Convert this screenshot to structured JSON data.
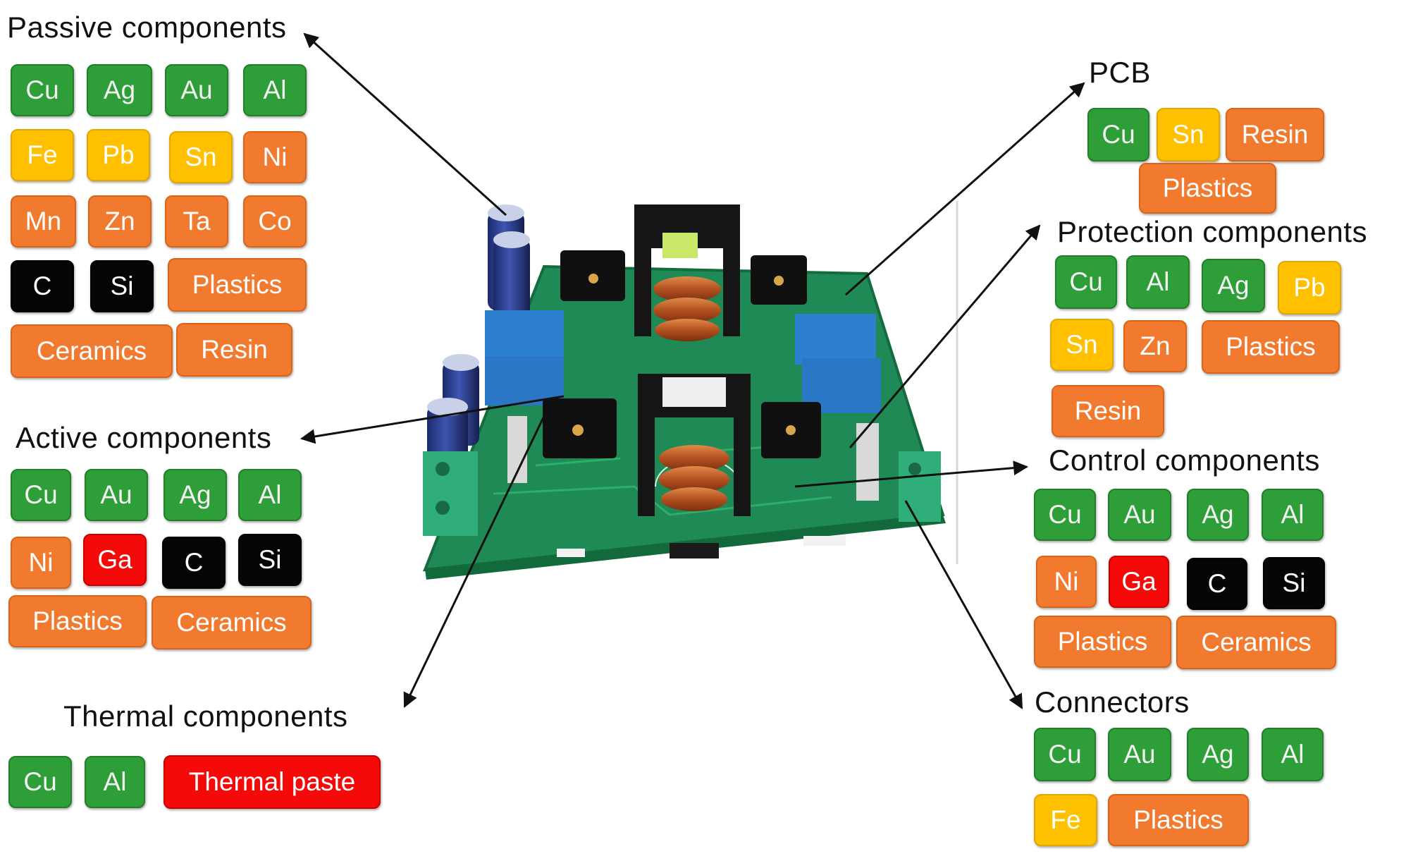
{
  "colors": {
    "green": "#2e9e38",
    "yellow": "#ffc000",
    "orange": "#f27a2e",
    "red": "#f50a0a",
    "black": "#050505"
  },
  "groups": {
    "passive": {
      "title": "Passive components",
      "items": [
        {
          "label": "Cu",
          "color": "green"
        },
        {
          "label": "Ag",
          "color": "green"
        },
        {
          "label": "Au",
          "color": "green"
        },
        {
          "label": "Al",
          "color": "green"
        },
        {
          "label": "Fe",
          "color": "yellow"
        },
        {
          "label": "Pb",
          "color": "yellow"
        },
        {
          "label": "Sn",
          "color": "yellow"
        },
        {
          "label": "Ni",
          "color": "orange"
        },
        {
          "label": "Mn",
          "color": "orange"
        },
        {
          "label": "Zn",
          "color": "orange"
        },
        {
          "label": "Ta",
          "color": "orange"
        },
        {
          "label": "Co",
          "color": "orange"
        },
        {
          "label": "C",
          "color": "black"
        },
        {
          "label": "Si",
          "color": "black"
        },
        {
          "label": "Plastics",
          "color": "orange"
        },
        {
          "label": "Ceramics",
          "color": "orange"
        },
        {
          "label": "Resin",
          "color": "orange"
        }
      ]
    },
    "active": {
      "title": "Active components",
      "items": [
        {
          "label": "Cu",
          "color": "green"
        },
        {
          "label": "Au",
          "color": "green"
        },
        {
          "label": "Ag",
          "color": "green"
        },
        {
          "label": "Al",
          "color": "green"
        },
        {
          "label": "Ni",
          "color": "orange"
        },
        {
          "label": "Ga",
          "color": "red"
        },
        {
          "label": "C",
          "color": "black"
        },
        {
          "label": "Si",
          "color": "black"
        },
        {
          "label": "Plastics",
          "color": "orange"
        },
        {
          "label": "Ceramics",
          "color": "orange"
        }
      ]
    },
    "thermal": {
      "title": "Thermal components",
      "items": [
        {
          "label": "Cu",
          "color": "green"
        },
        {
          "label": "Al",
          "color": "green"
        },
        {
          "label": "Thermal paste",
          "color": "red"
        }
      ]
    },
    "pcb": {
      "title": "PCB",
      "items": [
        {
          "label": "Cu",
          "color": "green"
        },
        {
          "label": "Sn",
          "color": "yellow"
        },
        {
          "label": "Resin",
          "color": "orange"
        },
        {
          "label": "Plastics",
          "color": "orange"
        }
      ]
    },
    "protection": {
      "title": "Protection components",
      "items": [
        {
          "label": "Cu",
          "color": "green"
        },
        {
          "label": "Al",
          "color": "green"
        },
        {
          "label": "Ag",
          "color": "green"
        },
        {
          "label": "Pb",
          "color": "yellow"
        },
        {
          "label": "Sn",
          "color": "yellow"
        },
        {
          "label": "Zn",
          "color": "orange"
        },
        {
          "label": "Plastics",
          "color": "orange"
        },
        {
          "label": "Resin",
          "color": "orange"
        }
      ]
    },
    "control": {
      "title": "Control components",
      "items": [
        {
          "label": "Cu",
          "color": "green"
        },
        {
          "label": "Au",
          "color": "green"
        },
        {
          "label": "Ag",
          "color": "green"
        },
        {
          "label": "Al",
          "color": "green"
        },
        {
          "label": "Ni",
          "color": "orange"
        },
        {
          "label": "Ga",
          "color": "red"
        },
        {
          "label": "C",
          "color": "black"
        },
        {
          "label": "Si",
          "color": "black"
        },
        {
          "label": "Plastics",
          "color": "orange"
        },
        {
          "label": "Ceramics",
          "color": "orange"
        }
      ]
    },
    "connectors": {
      "title": "Connectors",
      "items": [
        {
          "label": "Cu",
          "color": "green"
        },
        {
          "label": "Au",
          "color": "green"
        },
        {
          "label": "Ag",
          "color": "green"
        },
        {
          "label": "Al",
          "color": "green"
        },
        {
          "label": "Fe",
          "color": "yellow"
        },
        {
          "label": "Plastics",
          "color": "orange"
        }
      ]
    }
  }
}
